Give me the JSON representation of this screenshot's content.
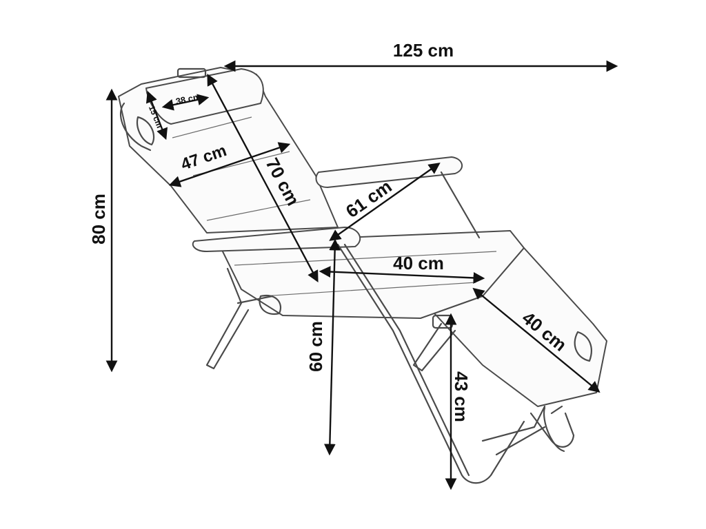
{
  "title": "",
  "dimensions": {
    "overall_length": "125 cm",
    "overall_height": "80 cm",
    "pillow_width": "38 cm",
    "pillow_height": "15 cm",
    "backrest_width": "47 cm",
    "backrest_length": "70 cm",
    "armrest_to_seat": "61 cm",
    "seat_width": "40 cm",
    "footrest_length": "40 cm",
    "seat_height": "60 cm",
    "footrest_height": "43 cm"
  },
  "colors": {
    "line": "#111111",
    "frame": "#4a4a4a",
    "background": "#ffffff"
  }
}
